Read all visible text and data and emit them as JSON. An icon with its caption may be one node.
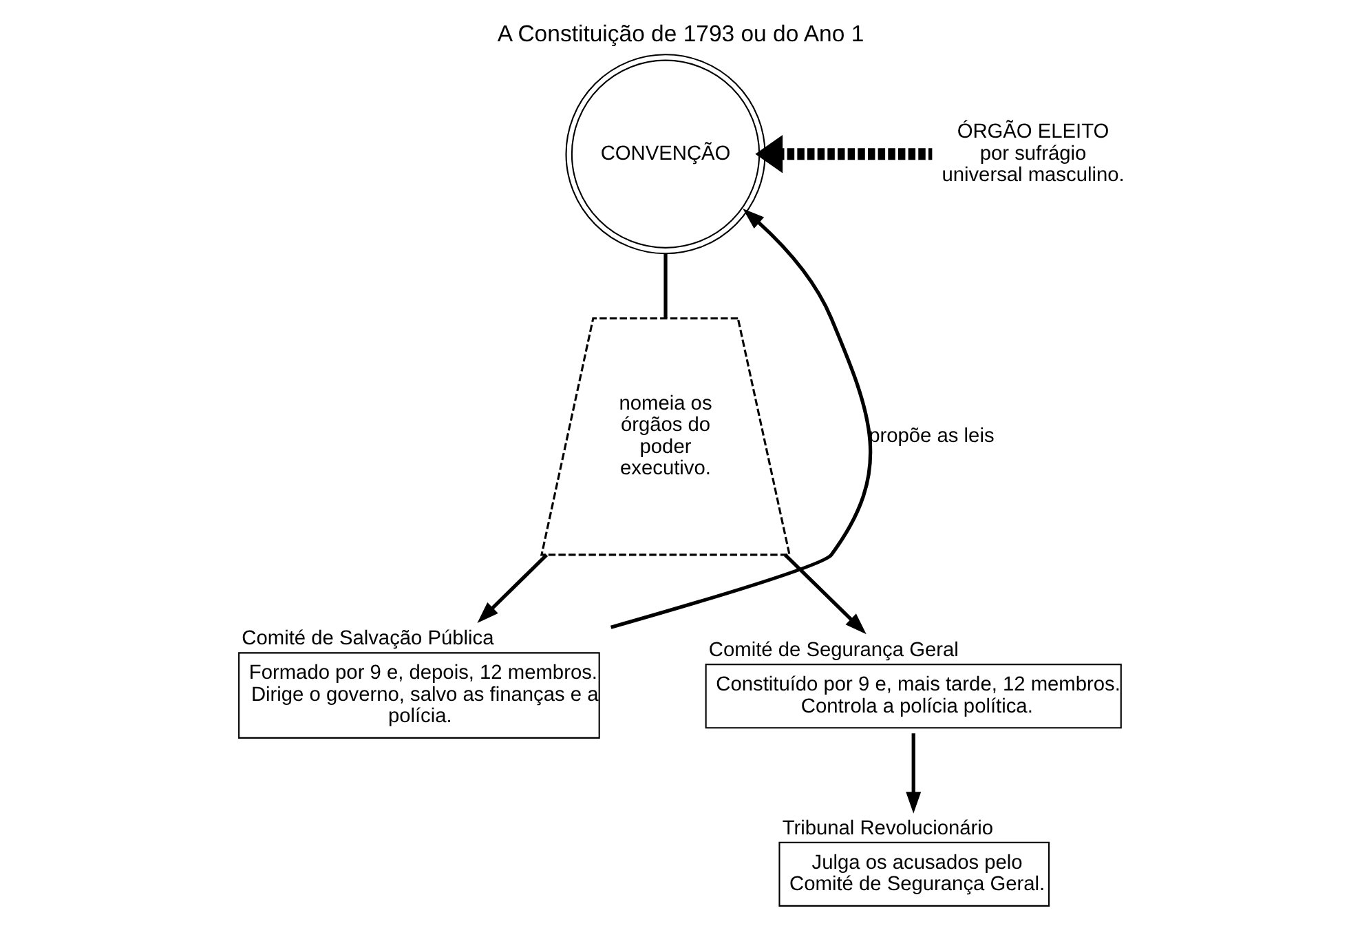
{
  "diagram": {
    "title": "A Constituição de 1793 ou do Ano 1",
    "nodes": [
      {
        "text": [
          "CONVENÇÃO"
        ]
      },
      {
        "text": [
          "ÓRGÃO ELEITO",
          "por sufrágio universal masculino."
        ]
      },
      {
        "text": [
          "nomeia os órgãos do poder executivo."
        ]
      },
      {
        "text": [
          "Comité de Salvação Pública",
          "Formado por 9 e, depois, 12 membros. Dirige o governo, salvo as finanças e a polícia."
        ]
      },
      {
        "text": [
          "Comité de Segurança Geral",
          "Constituído por 9 e, mais tarde, 12 membros. Controla a polícia política."
        ]
      },
      {
        "text": [
          "Tribunal Revolucionário",
          "Julga os acusados pelo Comité de Segurança Geral."
        ]
      }
    ],
    "edges": [
      {
        "from": 1,
        "to": 0,
        "arrow": "to",
        "style": "dashed"
      },
      {
        "from": 0,
        "to": 2,
        "arrow": "none"
      },
      {
        "from": 2,
        "to": 3,
        "arrow": "to"
      },
      {
        "from": 2,
        "to": 4,
        "arrow": "to"
      },
      {
        "from": 3,
        "to": 0,
        "arrow": "to",
        "label": "propõe as leis"
      },
      {
        "from": 4,
        "to": 5,
        "arrow": "to"
      }
    ]
  }
}
